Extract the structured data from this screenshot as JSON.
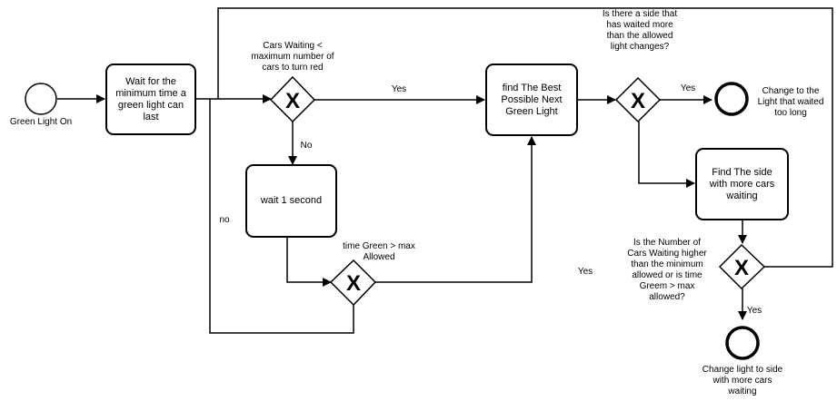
{
  "events": {
    "start": "Green Light On",
    "end_too_long": "Change to the Light that waited too long",
    "end_more_cars": "Change light to side with more cars waiting"
  },
  "tasks": {
    "wait_min": "Wait for the minimum time a green light can last",
    "find_best": "find The Best Possible Next Green Light",
    "wait_1s": "wait 1 second",
    "find_side": "Find The side with more cars waiting"
  },
  "gateways": {
    "cars_waiting": "Cars Waiting < maximum number of cars to turn red",
    "time_green": "time Green > max Allowed",
    "waited_more": "Is there a side that has waited more than the allowed light changes?",
    "cars_higher": "Is the Number of Cars Waiting higher than the minimum allowed or is time Greem > max allowed?",
    "symbol": "X"
  },
  "flows": {
    "yes_1": "Yes",
    "no_1": "No",
    "no_2": "no",
    "yes_2": "Yes",
    "yes_3": "Yes",
    "yes_4": "Yes"
  }
}
